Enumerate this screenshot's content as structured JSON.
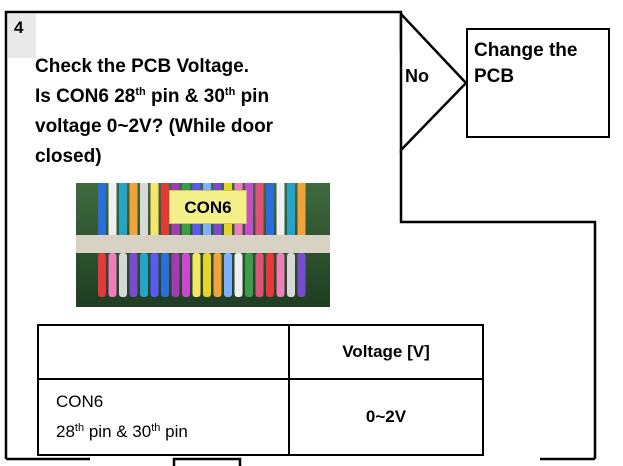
{
  "step": {
    "number": "4"
  },
  "question": {
    "line1": "Check the PCB Voltage.",
    "line2_a": "Is CON6 28",
    "line2_sup1": "th",
    "line2_b": " pin & 30",
    "line2_sup2": "th",
    "line2_c": " pin",
    "line3": "voltage 0~2V? (While door",
    "line4": "closed)"
  },
  "branch": {
    "no_label": "No"
  },
  "action": {
    "line1": "Change the",
    "line2": "PCB"
  },
  "photo": {
    "label": "CON6"
  },
  "table": {
    "header_col2": "Voltage [V]",
    "row1_col1_line1": "CON6",
    "row1_col1_a": "28",
    "row1_col1_sup1": "th",
    "row1_col1_b": " pin & 30",
    "row1_col1_sup2": "th",
    "row1_col1_c": " pin",
    "row1_col2": "0~2V"
  }
}
